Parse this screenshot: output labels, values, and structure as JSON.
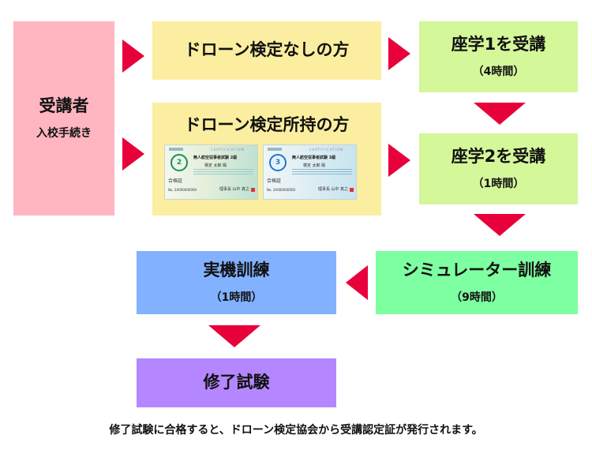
{
  "applicant": {
    "title": "受講者",
    "subtitle": "入校手続き"
  },
  "no_license": {
    "title": "ドローン検定なしの方"
  },
  "with_license": {
    "title": "ドローン検定所持の方",
    "cards": [
      {
        "grade": "2",
        "header": "CERTIFICATION",
        "exam_title": "無人航空従事者試験 2級",
        "name": "検定 太郎 殿",
        "pass_label": "合格証",
        "number": "No. 2A000000000",
        "issuer": "理事長 山中 真之"
      },
      {
        "grade": "3",
        "header": "CERTIFICATION",
        "exam_title": "無人航空従事者試験 3級",
        "name": "検定 太郎 殿",
        "pass_label": "合格証",
        "number": "No. 3A000000000",
        "issuer": "理事長 山中 真之"
      }
    ]
  },
  "course1": {
    "title": "座学1を受講",
    "hours": "（4時間）"
  },
  "course2": {
    "title": "座学2を受講",
    "hours": "（1時間）"
  },
  "simulator": {
    "title": "シミュレーター訓練",
    "hours": "（9時間）"
  },
  "practical": {
    "title": "実機訓練",
    "hours": "（1時間）"
  },
  "completion": {
    "title": "修了試験"
  },
  "note": "修了試験に合格すると、ドローン検定協会から受講認定証が発行されます。",
  "colors": {
    "applicant": "#ffb6c1",
    "license": "#fbeea0",
    "course": "#d4f79a",
    "simulator": "#7effa1",
    "practical": "#82b1ff",
    "completion": "#b486ff",
    "arrow": "#e8003b"
  }
}
